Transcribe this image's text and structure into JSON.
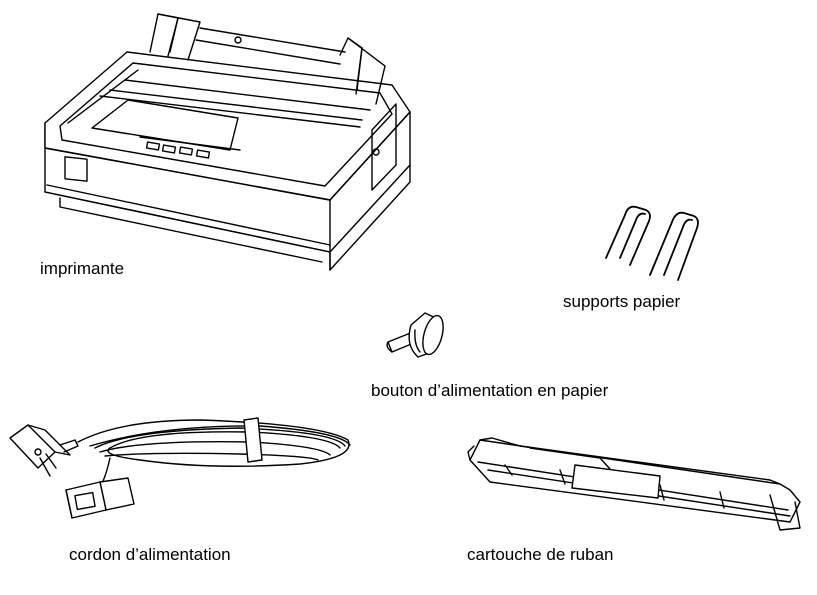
{
  "items": {
    "printer": {
      "label": "imprimante",
      "icon": "printer-icon"
    },
    "paper_supports": {
      "label": "supports papier",
      "icon": "paper-support-wires-icon"
    },
    "paper_feed_knob": {
      "label": "bouton d’alimentation en papier",
      "icon": "knob-icon"
    },
    "power_cord": {
      "label": "cordon d’alimentation",
      "icon": "power-cord-icon"
    },
    "ribbon_cartridge": {
      "label": "cartouche de ruban",
      "icon": "ribbon-cartridge-icon"
    }
  },
  "colors": {
    "line": "#000000",
    "background": "#ffffff"
  }
}
